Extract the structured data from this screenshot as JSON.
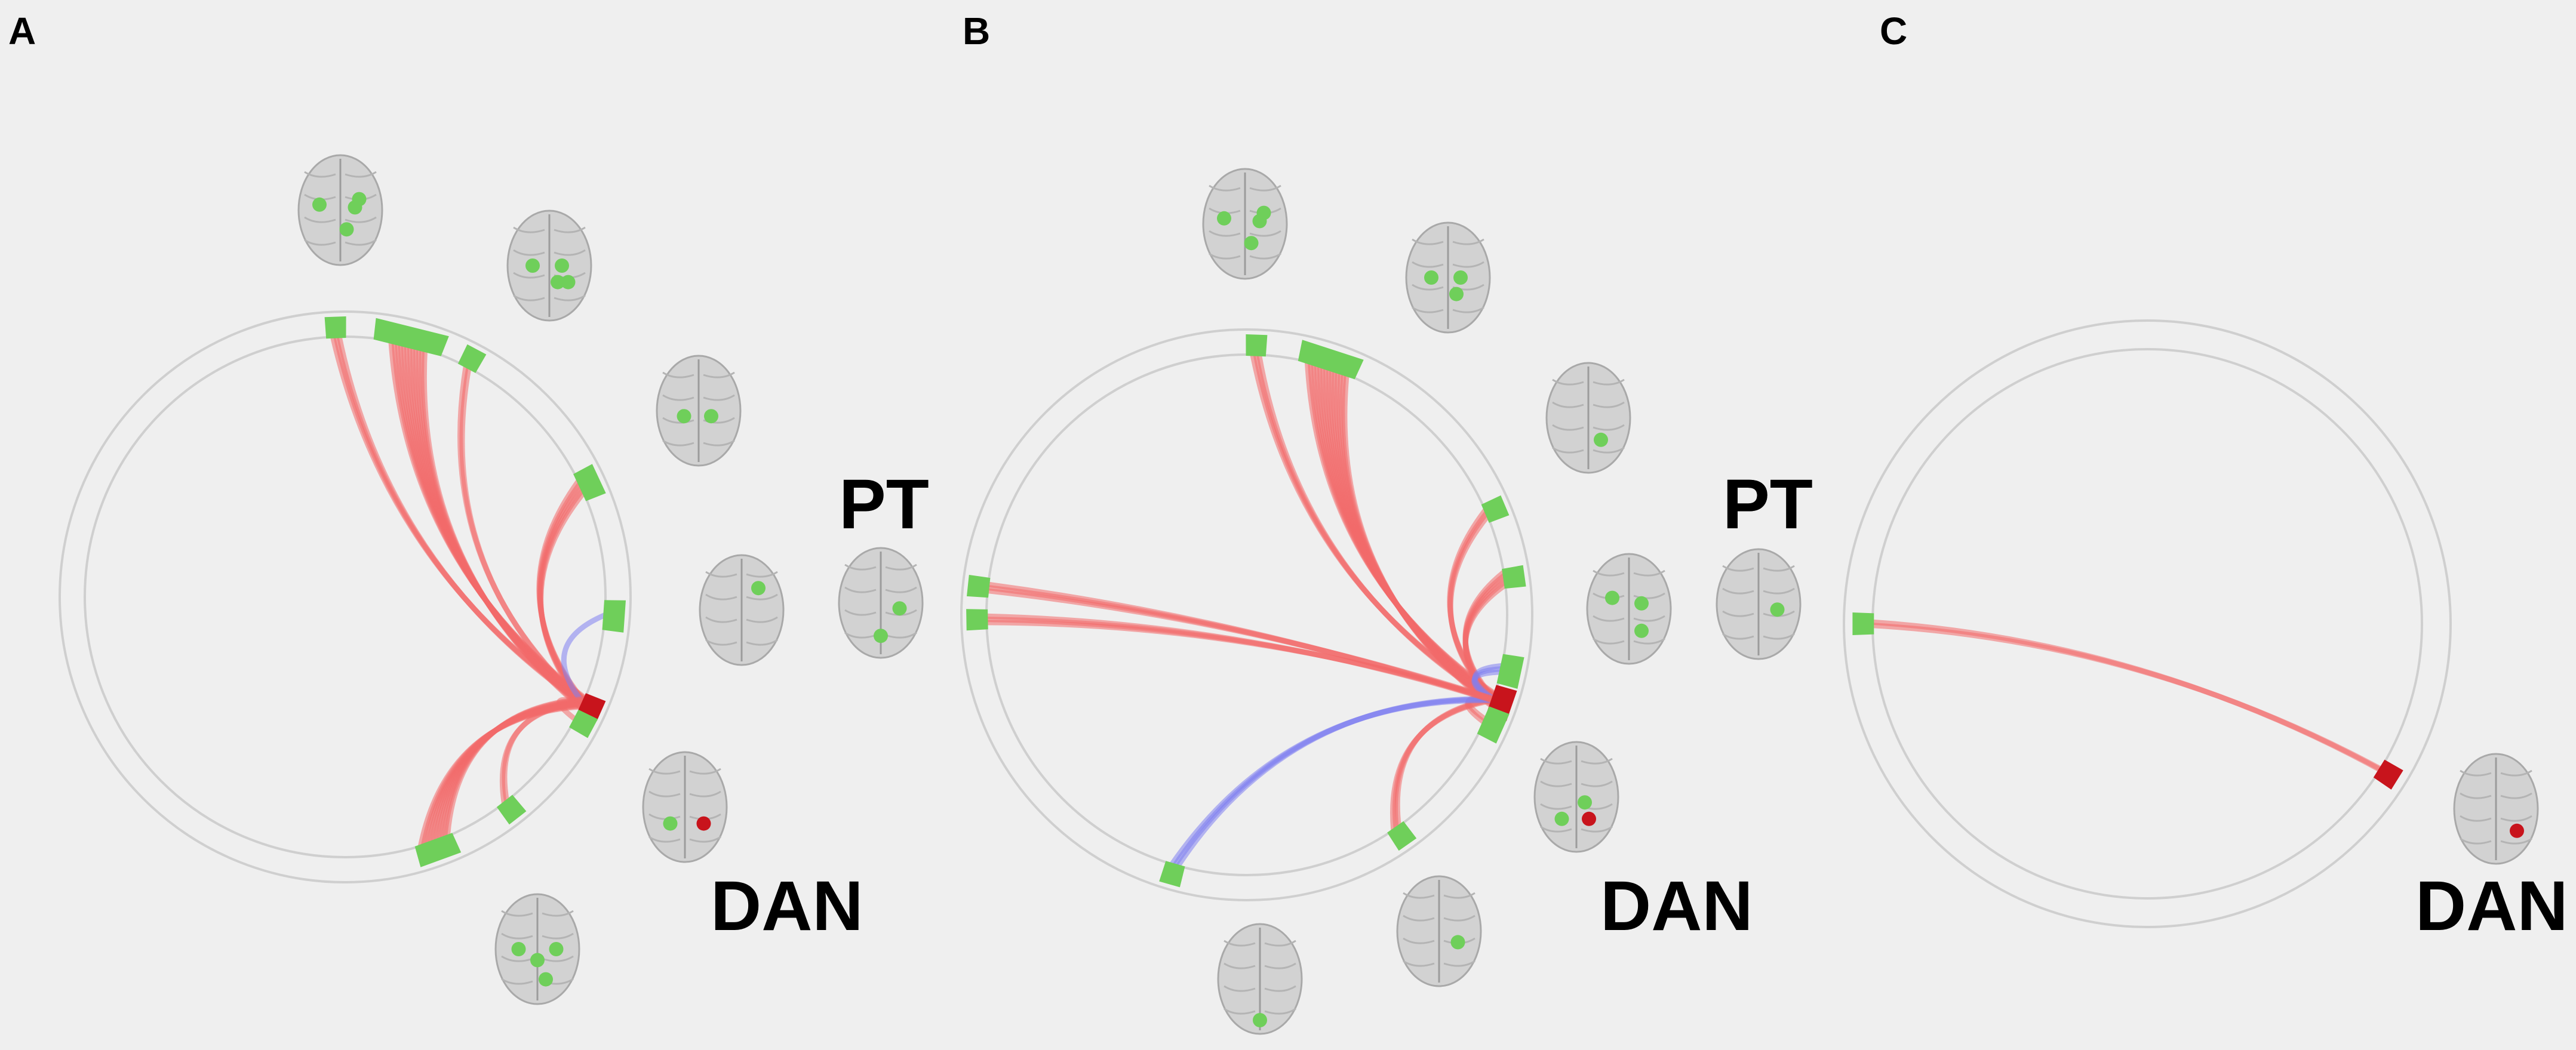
{
  "colors": {
    "background": "#efefef",
    "ring": "#cfcfcf",
    "node_green": "#6fcf5a",
    "node_red": "#c8141c",
    "link_positive": "#f26a6a",
    "link_negative": "#7f7ff0",
    "brain": "#cfcfcf"
  },
  "panels": [
    {
      "label": "A",
      "net_labels": [
        "PT",
        "DAN"
      ],
      "nodes": [
        {
          "angle": -92,
          "color": "green",
          "width": 2
        },
        {
          "angle": -76,
          "color": "green",
          "width": 7
        },
        {
          "angle": -62,
          "color": "green",
          "width": 2
        },
        {
          "angle": -25,
          "color": "green",
          "width": 3
        },
        {
          "angle": 4,
          "color": "green",
          "width": 3
        },
        {
          "angle": 24,
          "color": "red",
          "width": 2
        },
        {
          "angle": 28,
          "color": "green",
          "width": 2
        },
        {
          "angle": 52,
          "color": "green",
          "width": 2
        },
        {
          "angle": 70,
          "color": "green",
          "width": 4
        }
      ],
      "links": [
        {
          "from": 5,
          "to": 0,
          "sign": "positive",
          "count": 3
        },
        {
          "from": 5,
          "to": 1,
          "sign": "positive",
          "count": 12
        },
        {
          "from": 5,
          "to": 2,
          "sign": "positive",
          "count": 2
        },
        {
          "from": 5,
          "to": 3,
          "sign": "positive",
          "count": 5
        },
        {
          "from": 5,
          "to": 4,
          "sign": "negative",
          "count": 1
        },
        {
          "from": 5,
          "to": 6,
          "sign": "positive",
          "count": 1
        },
        {
          "from": 5,
          "to": 7,
          "sign": "positive",
          "count": 2
        },
        {
          "from": 5,
          "to": 8,
          "sign": "positive",
          "count": 10
        }
      ]
    },
    {
      "label": "B",
      "net_labels": [
        "PT",
        "DAN"
      ],
      "nodes": [
        {
          "angle": -88,
          "color": "green",
          "width": 2
        },
        {
          "angle": -72,
          "color": "green",
          "width": 6
        },
        {
          "angle": -23,
          "color": "green",
          "width": 2
        },
        {
          "angle": -8,
          "color": "green",
          "width": 2
        },
        {
          "angle": 12,
          "color": "green",
          "width": 3
        },
        {
          "angle": 19,
          "color": "red",
          "width": 3
        },
        {
          "angle": 24,
          "color": "green",
          "width": 3
        },
        {
          "angle": 55,
          "color": "green",
          "width": 2
        },
        {
          "angle": 106,
          "color": "green",
          "width": 2
        },
        {
          "angle": 179,
          "color": "green",
          "width": 2
        },
        {
          "angle": 186,
          "color": "green",
          "width": 2
        }
      ],
      "links": [
        {
          "from": 5,
          "to": 0,
          "sign": "positive",
          "count": 3
        },
        {
          "from": 5,
          "to": 1,
          "sign": "positive",
          "count": 14
        },
        {
          "from": 5,
          "to": 2,
          "sign": "positive",
          "count": 3
        },
        {
          "from": 5,
          "to": 3,
          "sign": "positive",
          "count": 5
        },
        {
          "from": 5,
          "to": 4,
          "sign": "negative",
          "count": 3
        },
        {
          "from": 5,
          "to": 6,
          "sign": "positive",
          "count": 2
        },
        {
          "from": 5,
          "to": 7,
          "sign": "positive",
          "count": 3
        },
        {
          "from": 5,
          "to": 8,
          "sign": "negative",
          "count": 3
        },
        {
          "from": 5,
          "to": 9,
          "sign": "positive",
          "count": 3
        },
        {
          "from": 5,
          "to": 10,
          "sign": "positive",
          "count": 3
        }
      ]
    },
    {
      "label": "C",
      "net_labels": [
        "PT",
        "DAN"
      ],
      "nodes": [
        {
          "angle": 180,
          "color": "green",
          "width": 2
        },
        {
          "angle": 32,
          "color": "red",
          "width": 2
        }
      ],
      "links": [
        {
          "from": 1,
          "to": 0,
          "sign": "positive",
          "count": 2
        }
      ]
    }
  ]
}
